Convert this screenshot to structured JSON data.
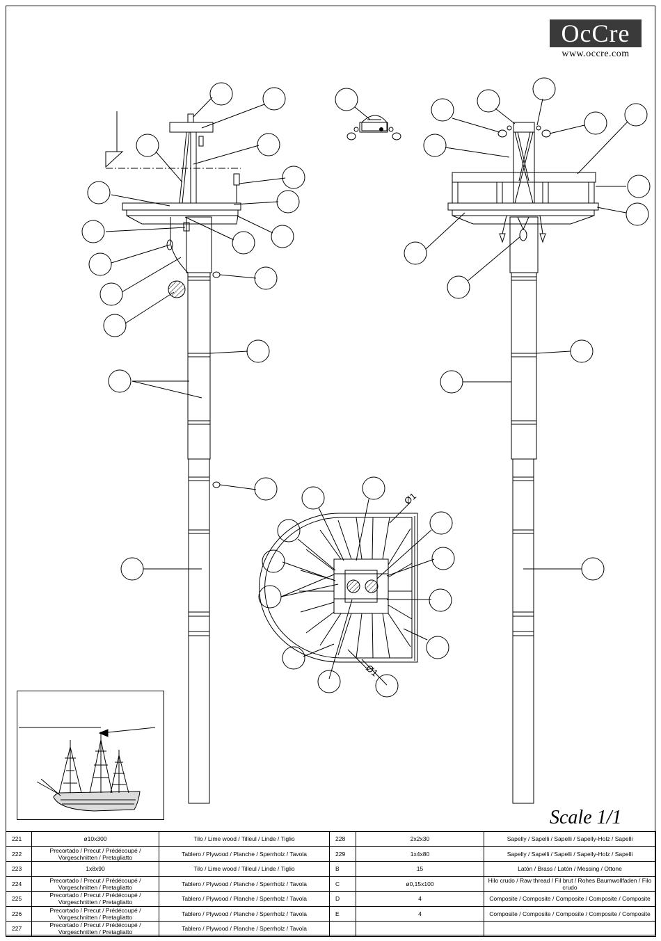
{
  "brand": {
    "name": "OcCre",
    "url": "www.occre.com"
  },
  "scale_label": "Scale 1/1",
  "annotations": {
    "d1_top": "Ø1",
    "d1_bottom": "Ø1"
  },
  "parts_table": {
    "left": [
      {
        "ref": "221",
        "size": "ø10x300",
        "material": "Tilo / Lime wood / Tilleul / Linde / Tiglio"
      },
      {
        "ref": "222",
        "size": "Precortado / Precut / Prédécoupé / Vorgeschnitten / Pretagliatto",
        "material": "Tablero / Plywood / Planche / Sperrholz / Tavola"
      },
      {
        "ref": "223",
        "size": "1x8x90",
        "material": "Tilo / Lime wood / Tilleul / Linde / Tiglio"
      },
      {
        "ref": "224",
        "size": "Precortado / Precut / Prédécoupé / Vorgeschnitten / Pretagliatto",
        "material": "Tablero / Plywood / Planche / Sperrholz / Tavola"
      },
      {
        "ref": "225",
        "size": "Precortado / Precut / Prédécoupé / Vorgeschnitten / Pretagliatto",
        "material": "Tablero / Plywood / Planche / Sperrholz / Tavola"
      },
      {
        "ref": "226",
        "size": "Precortado / Precut / Prédécoupé / Vorgeschnitten / Pretagliatto",
        "material": "Tablero / Plywood / Planche / Sperrholz / Tavola"
      },
      {
        "ref": "227",
        "size": "Precortado / Precut / Prédécoupé / Vorgeschnitten / Pretagliatto",
        "material": "Tablero / Plywood / Planche / Sperrholz / Tavola"
      }
    ],
    "right": [
      {
        "ref": "228",
        "size": "2x2x30",
        "material": "Sapelly / Sapelli / Sapelli / Sapelly-Holz / Sapelli"
      },
      {
        "ref": "229",
        "size": "1x4x80",
        "material": "Sapelly / Sapelli / Sapelli / Sapelly-Holz / Sapelli"
      },
      {
        "ref": "B",
        "size": "15",
        "material": "Latón / Brass / Latón / Messing / Ottone"
      },
      {
        "ref": "C",
        "size": "ø0,15x100",
        "material": "Hilo crudo / Raw thread / Fil brut / Rohes Baumwollfaden / Filo crudo"
      },
      {
        "ref": "D",
        "size": "4",
        "material": "Composite / Composite / Composite / Composite / Composite"
      },
      {
        "ref": "E",
        "size": "4",
        "material": "Composite / Composite / Composite / Composite / Composite"
      },
      {
        "ref": "",
        "size": "",
        "material": ""
      }
    ]
  }
}
